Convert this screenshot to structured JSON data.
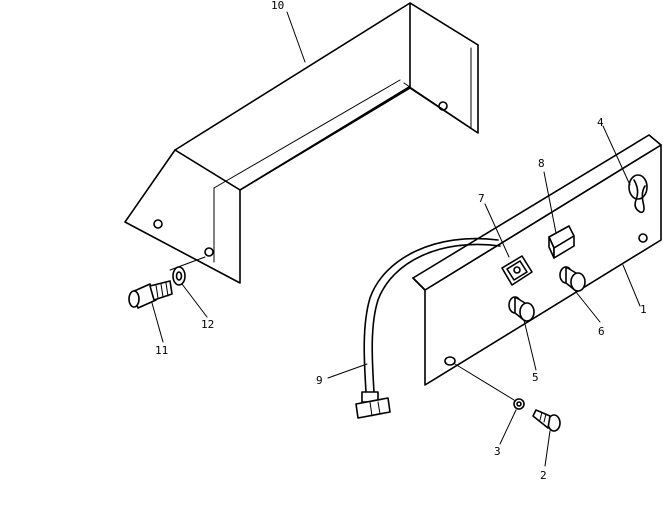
{
  "callouts": [
    {
      "id": "c1",
      "text": "1"
    },
    {
      "id": "c2",
      "text": "2"
    },
    {
      "id": "c3",
      "text": "3"
    },
    {
      "id": "c4",
      "text": "4"
    },
    {
      "id": "c5",
      "text": "5"
    },
    {
      "id": "c6",
      "text": "6"
    },
    {
      "id": "c7",
      "text": "7"
    },
    {
      "id": "c8",
      "text": "8"
    },
    {
      "id": "c9",
      "text": "9"
    },
    {
      "id": "c10",
      "text": "10"
    },
    {
      "id": "c11",
      "text": "11"
    },
    {
      "id": "c12",
      "text": "12"
    }
  ]
}
